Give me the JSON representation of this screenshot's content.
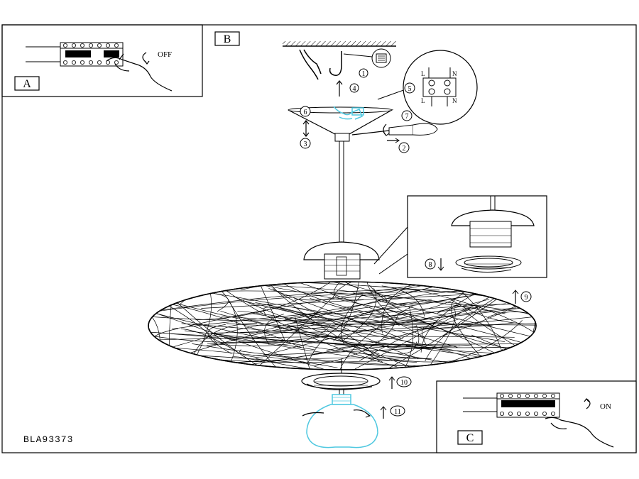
{
  "panels": {
    "a": {
      "letter": "A",
      "switch_label": "OFF"
    },
    "b": {
      "letter": "B"
    },
    "c": {
      "letter": "C",
      "switch_label": "ON"
    }
  },
  "steps": {
    "s1": "1",
    "s2": "2",
    "s3": "3",
    "s4": "4",
    "s5": "5",
    "s6": "6",
    "s7": "7",
    "s8": "8",
    "s9": "9",
    "s10": "10",
    "s11": "11"
  },
  "terminal_labels": {
    "top_l": "L",
    "top_n": "N",
    "bot_l": "L",
    "bot_n": "N"
  },
  "model_number": "BLA93373",
  "colors": {
    "line": "#000000",
    "highlight": "#4fc8e0"
  }
}
